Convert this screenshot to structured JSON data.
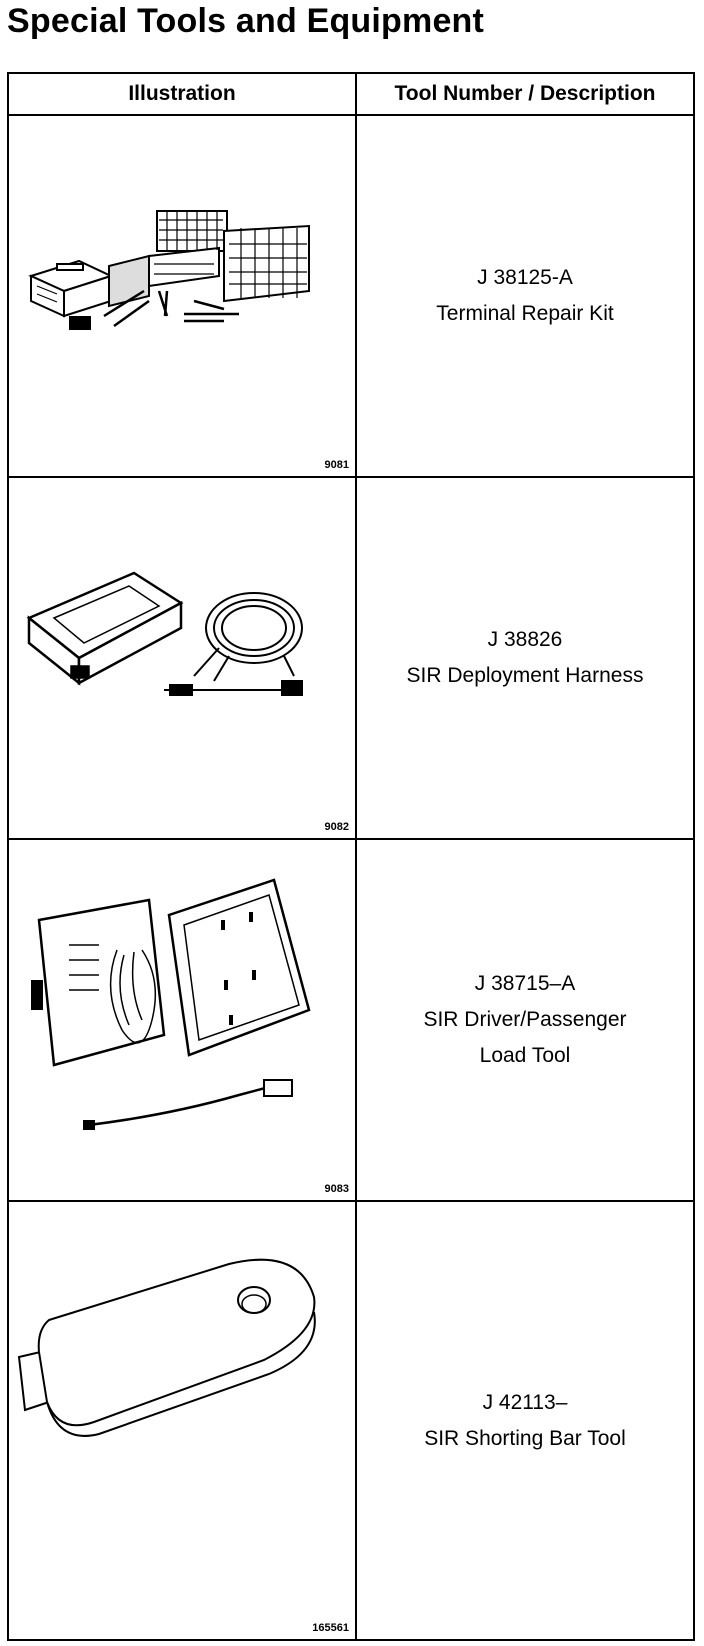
{
  "title": "Special Tools and Equipment",
  "table": {
    "headers": {
      "illustration": "Illustration",
      "description": "Tool Number / Description"
    },
    "rows": [
      {
        "fig": "9081",
        "number": "J 38125-A",
        "desc1": "Terminal Repair Kit",
        "desc2": "",
        "icon": "terminal-repair-kit-illustration"
      },
      {
        "fig": "9082",
        "number": "J 38826",
        "desc1": "SIR Deployment Harness",
        "desc2": "",
        "icon": "deployment-harness-illustration"
      },
      {
        "fig": "9083",
        "number": "J 38715–A",
        "desc1": "SIR Driver/Passenger",
        "desc2": "Load Tool",
        "icon": "load-tool-illustration"
      },
      {
        "fig": "165561",
        "number": "J 42113–",
        "desc1": "SIR Shorting Bar Tool",
        "desc2": "",
        "icon": "shorting-bar-illustration"
      }
    ]
  }
}
